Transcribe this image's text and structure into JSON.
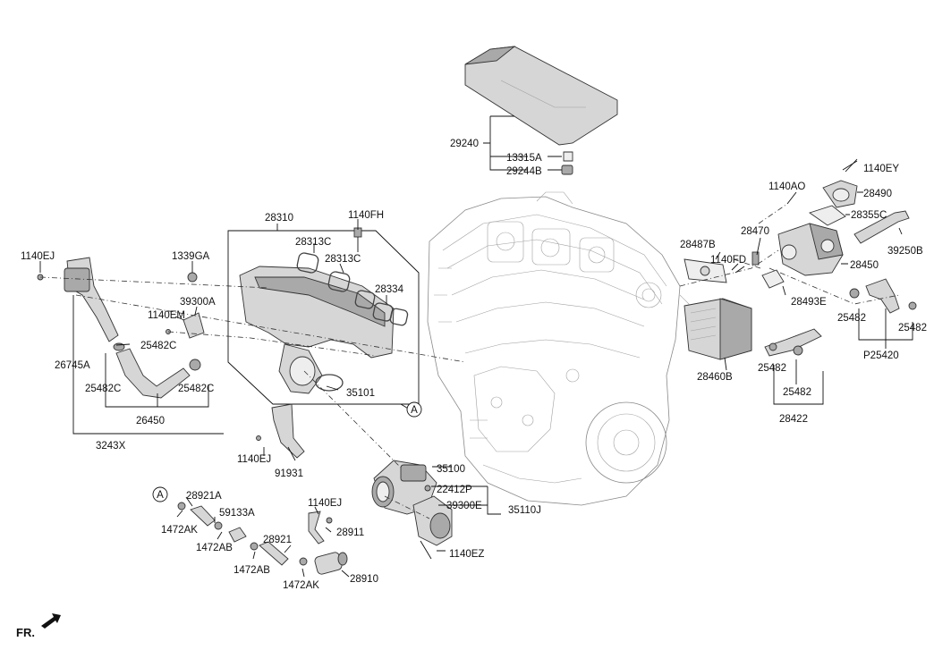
{
  "labels": {
    "l29240": "29240",
    "l13315A": "13315A",
    "l29244B": "29244B",
    "l1140EY": "1140EY",
    "l1140AO": "1140AO",
    "l28490": "28490",
    "l28355C": "28355C",
    "l39250B": "39250B",
    "l28487B": "28487B",
    "l28470": "28470",
    "l1140FD": "1140FD",
    "l28450": "28450",
    "l28493E": "28493E",
    "l25482a": "25482",
    "l25482b": "25482",
    "lP25420": "P25420",
    "l28460B": "28460B",
    "l25482c": "25482",
    "l25482d": "25482",
    "l28422": "28422",
    "l28310": "28310",
    "l1140FH": "1140FH",
    "l28313C_1": "28313C",
    "l28313C_2": "28313C",
    "l28334": "28334",
    "l1339GA": "1339GA",
    "l39300A": "39300A",
    "l1140EM": "1140EM",
    "l1140EJ_1": "1140EJ",
    "l25482C_1": "25482C",
    "l26745A": "26745A",
    "l25482C_2": "25482C",
    "l25482C_3": "25482C",
    "l26450": "26450",
    "l3243X": "3243X",
    "l35101": "35101",
    "lA_1": "A",
    "l1140EJ_2": "1140EJ",
    "l91931": "91931",
    "l35100": "35100",
    "l22412P": "22412P",
    "l39300E": "39300E",
    "l35110J": "35110J",
    "l1140EZ": "1140EZ",
    "lA_2": "A",
    "l28921A": "28921A",
    "l59133A": "59133A",
    "l1472AK_1": "1472AK",
    "l1472AB_1": "1472AB",
    "l28921": "28921",
    "l1472AB_2": "1472AB",
    "l1140EJ_3": "1140EJ",
    "l28911": "28911",
    "l1472AK_2": "1472AK",
    "l28910": "28910",
    "lFR": "FR."
  }
}
